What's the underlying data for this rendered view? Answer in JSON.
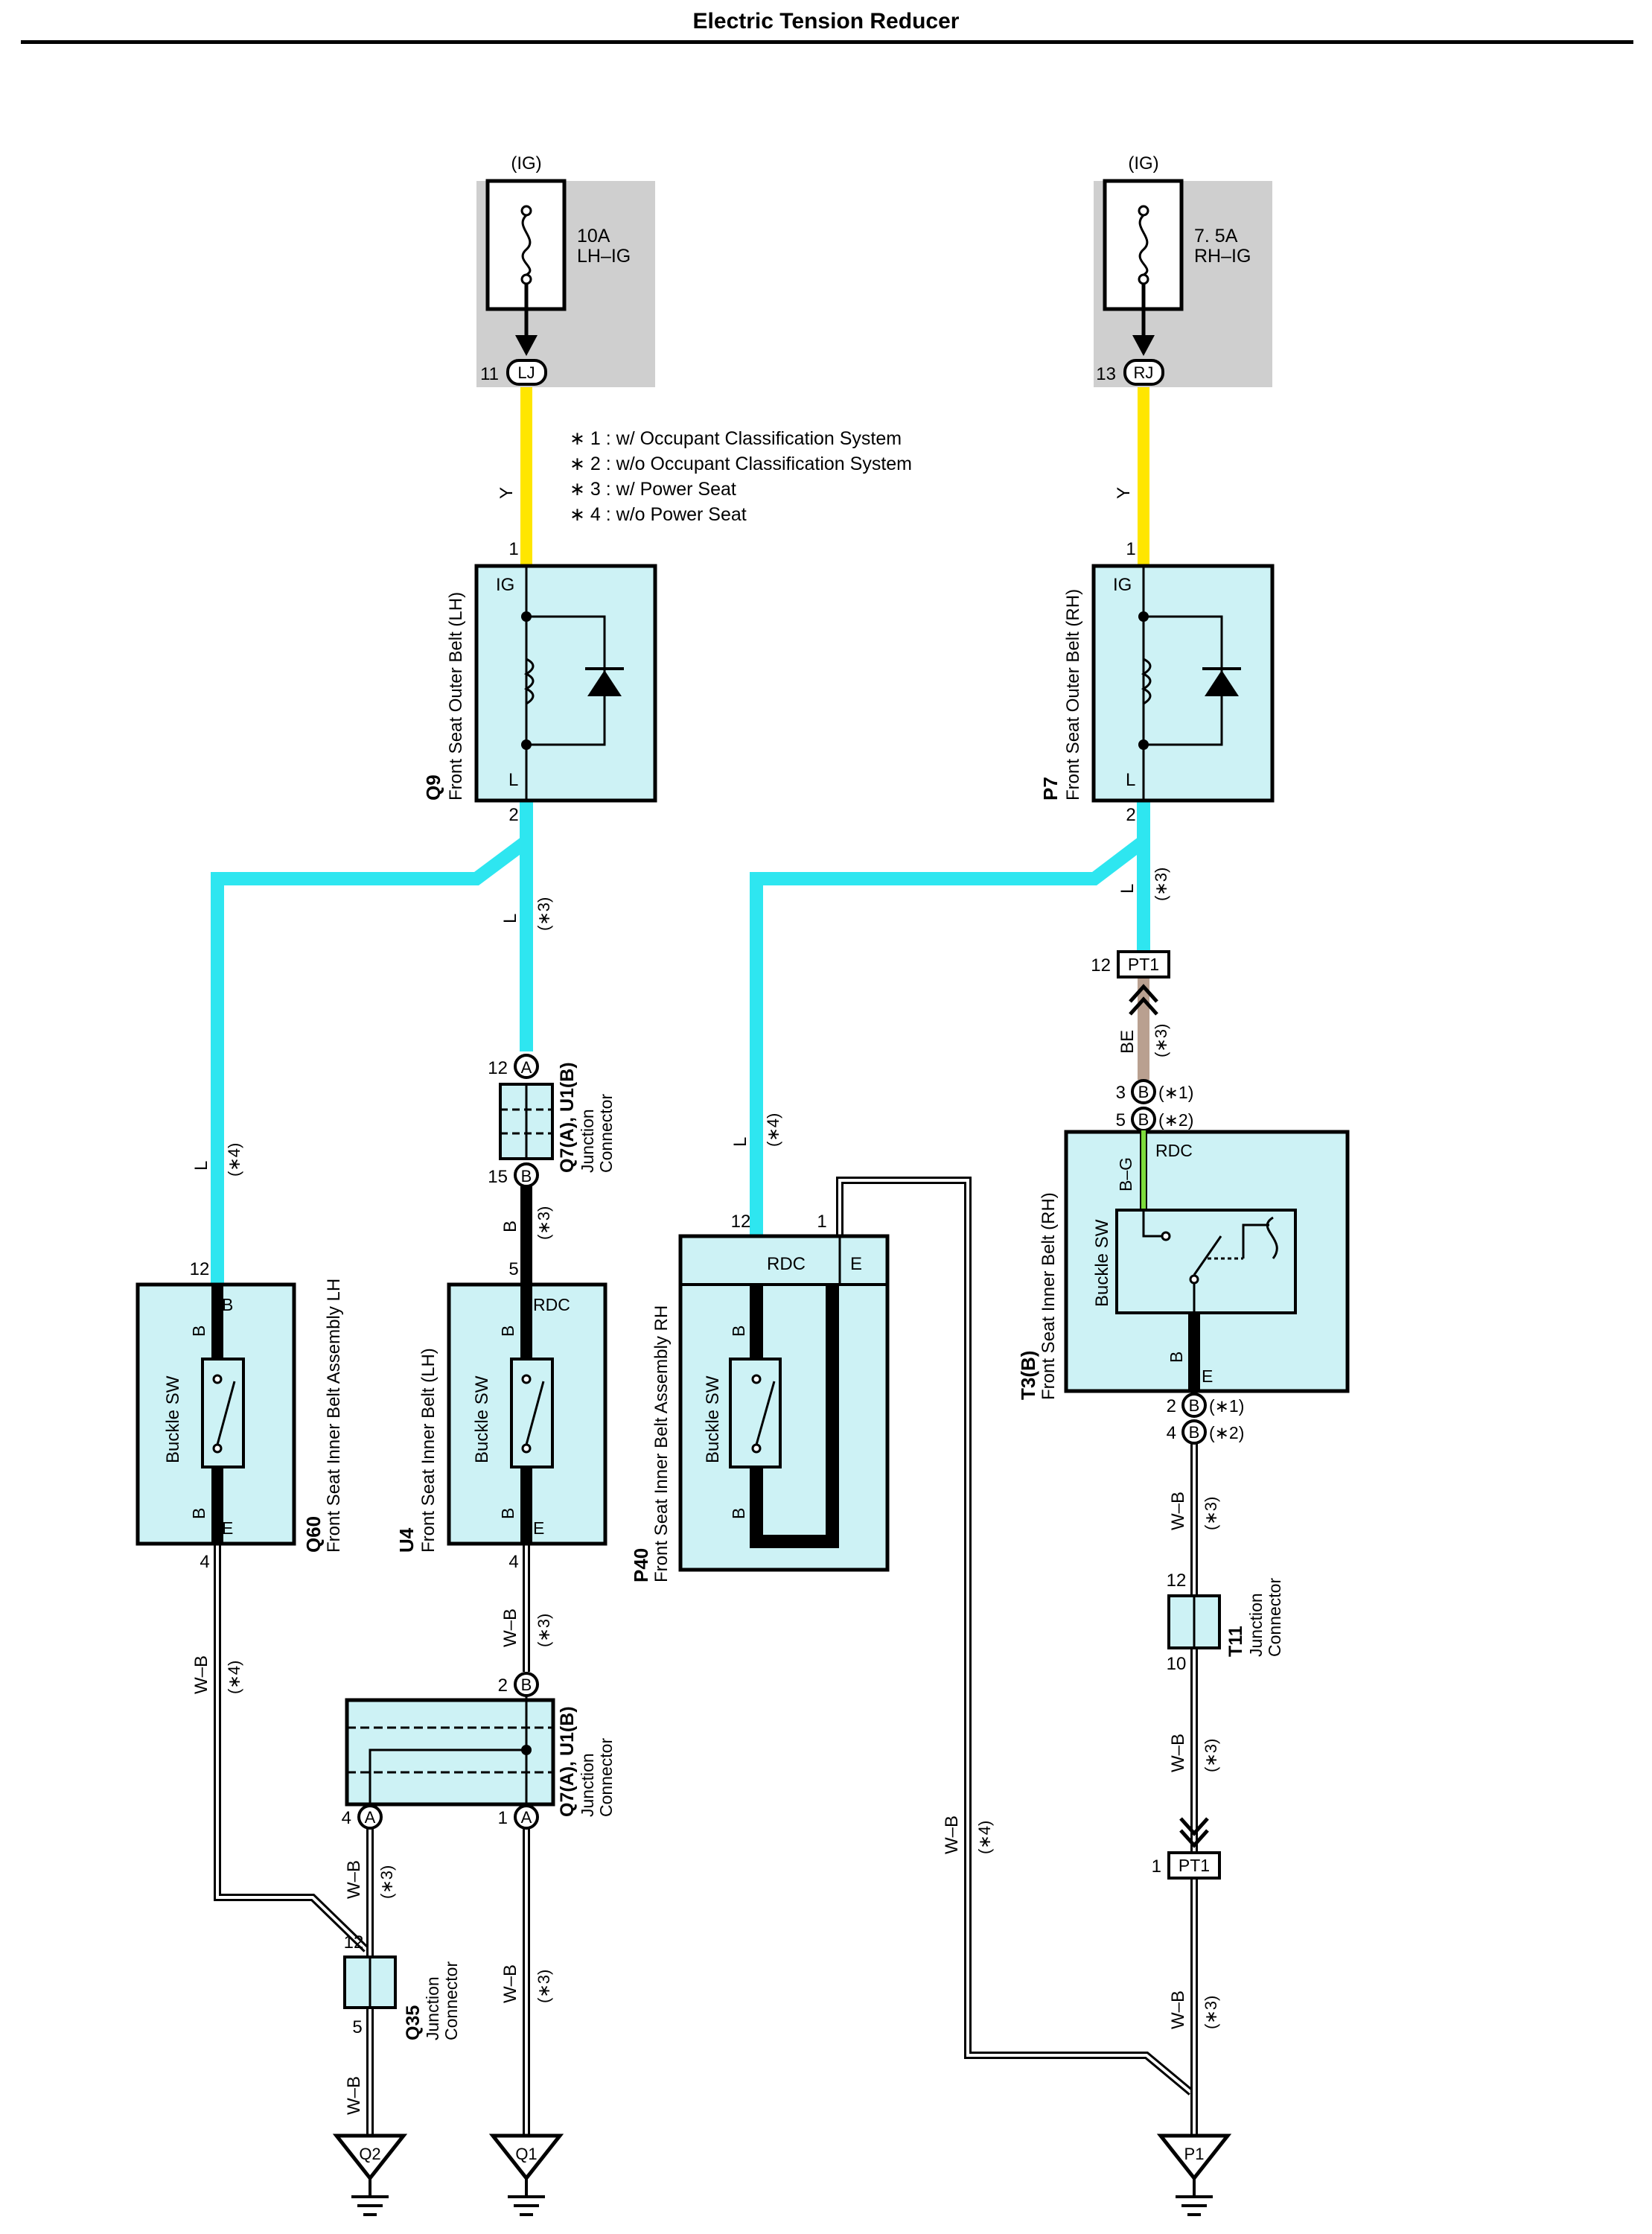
{
  "title": "Electric Tension Reducer",
  "notes": [
    "∗ 1 : w/ Occupant Classification System",
    "∗ 2 : w/o Occupant Classification System",
    "∗ 3 : w/ Power Seat",
    "∗ 4 : w/o Power Seat"
  ],
  "colors": {
    "yellow": "#ffe600",
    "light_blue": "#2ee6f0",
    "beige": "#b9a090",
    "black": "#000000",
    "green": "#7ddc3c",
    "component_fill": "#cdf2f5",
    "fuse_box_fill": "#cfcfcf"
  },
  "fuses": {
    "lh": {
      "source": "(IG)",
      "rating": "10A",
      "name": "LH–IG",
      "connector": "LJ",
      "pin": "11"
    },
    "rh": {
      "source": "(IG)",
      "rating": "7. 5A",
      "name": "RH–IG",
      "connector": "RJ",
      "pin": "13"
    }
  },
  "components": {
    "q9": {
      "code": "Q9",
      "name": "Front Seat Outer Belt (LH)",
      "pin_top": "1",
      "pin_bottom": "2",
      "term_top": "IG",
      "term_bottom": "L"
    },
    "p7": {
      "code": "P7",
      "name": "Front Seat Outer Belt (RH)",
      "pin_top": "1",
      "pin_bottom": "2",
      "term_top": "IG",
      "term_bottom": "L"
    },
    "q60": {
      "code": "Q60",
      "name": "Front Seat Inner Belt Assembly LH",
      "switch": "Buckle SW",
      "pin_top": "12",
      "pin_bottom": "4",
      "term_top": "B",
      "term_bottom": "E",
      "wire_b1": "B",
      "wire_b2": "B"
    },
    "u4": {
      "code": "U4",
      "name": "Front Seat Inner Belt (LH)",
      "switch": "Buckle SW",
      "pin_top": "5",
      "pin_bottom": "4",
      "term_top": "RDC",
      "term_bottom": "E",
      "wire_b1": "B",
      "wire_b2": "B"
    },
    "p40": {
      "code": "P40",
      "name": "Front Seat Inner Belt Assembly RH",
      "switch": "Buckle SW",
      "pin_left": "12",
      "pin_right": "1",
      "term_left": "RDC",
      "term_right": "E",
      "wire_b1": "B",
      "wire_b2": "B"
    },
    "t3": {
      "code": "T3(B)",
      "name": "Front Seat Inner Belt (RH)",
      "switch": "Buckle SW",
      "term_top": "RDC",
      "term_bottom": "E",
      "wire_bg": "B–G",
      "wire_b": "B"
    },
    "jc_top": {
      "code": "Q7(A), U1(B)",
      "name1": "Junction",
      "name2": "Connector",
      "pin_top": "12",
      "conn_top": "A",
      "pin_bottom": "15",
      "conn_bottom": "B"
    },
    "jc_mid": {
      "code": "Q7(A), U1(B)",
      "name1": "Junction",
      "name2": "Connector",
      "pin_in": "2",
      "conn_in": "B",
      "pin_l": "4",
      "conn_l": "A",
      "pin_r": "1",
      "conn_r": "A"
    },
    "q35": {
      "code": "Q35",
      "name1": "Junction",
      "name2": "Connector",
      "pin_top": "12",
      "pin_bottom": "5"
    },
    "t11": {
      "code": "T11",
      "name1": "Junction",
      "name2": "Connector",
      "pin_top": "12",
      "pin_bottom": "10"
    },
    "pt1_top": {
      "code": "PT1",
      "pin": "12"
    },
    "pt1_bottom": {
      "code": "PT1",
      "pin": "1"
    },
    "t3_in": {
      "conn": "B",
      "pin1": "3",
      "note1": "(∗1)",
      "pin2": "5",
      "note2": "(∗2)"
    },
    "t3_out": {
      "conn": "B",
      "pin1": "2",
      "note1": "(∗1)",
      "pin2": "4",
      "note2": "(∗2)"
    }
  },
  "grounds": {
    "q2": "Q2",
    "q1": "Q1",
    "p1": "P1"
  },
  "wire_labels": {
    "y_lh": "Y",
    "y_rh": "Y",
    "l_q9_left": "L",
    "l_q9_left_note": "(∗4)",
    "l_q9_down": "L",
    "l_q9_down_note": "(∗3)",
    "b_u4": "B",
    "b_u4_note": "(∗3)",
    "wb_q60": "W–B",
    "wb_q60_note": "(∗4)",
    "wb_u4": "W–B",
    "wb_u4_note": "(∗3)",
    "wb_q35": "W–B",
    "wb_q35_note": "(∗3)",
    "wb_q2": "W–B",
    "wb_q1": "W–B",
    "wb_q1_note": "(∗3)",
    "l_p7_left": "L",
    "l_p7_left_note": "(∗4)",
    "l_p7_down": "L",
    "l_p7_down_note": "(∗3)",
    "be": "BE",
    "be_note": "(∗3)",
    "wb_p40": "W–B",
    "wb_p40_note": "(∗4)",
    "wb_t3": "W–B",
    "wb_t3_note": "(∗3)",
    "wb_t11": "W–B",
    "wb_t11_note": "(∗3)",
    "wb_p1": "W–B",
    "wb_p1_note": "(∗3)"
  }
}
